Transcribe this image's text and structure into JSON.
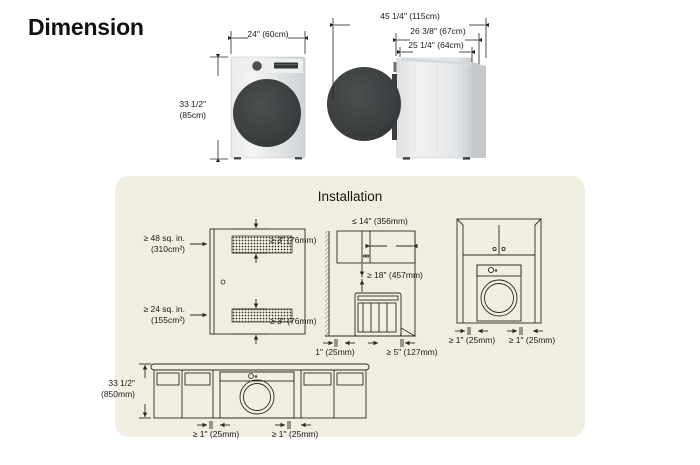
{
  "page": {
    "title": "Dimension",
    "background_color": "#ffffff"
  },
  "dimension_section": {
    "front_view": {
      "name": "washer-front-view",
      "width_label": "24\" (60cm)",
      "height_label_line1": "33 1/2\"",
      "height_label_line2": "(85cm)"
    },
    "side_view": {
      "name": "washer-side-view-door-open",
      "depth_door_open_label": "45 1/4\" (115cm)",
      "depth_with_handle_label": "26 3/8\" (67cm)",
      "depth_body_label": "25 1/4\" (64cm)"
    }
  },
  "installation_section": {
    "title": "Installation",
    "panel_color": "#f2ede1",
    "closet_front_diagram": {
      "name": "closet-vent-requirements",
      "upper_vent_line1": "≥ 48 sq. in.",
      "upper_vent_line2": "(310cm²)",
      "lower_vent_line1": "≥ 24 sq. in.",
      "lower_vent_line2": "(155cm²)",
      "top_clearance": "≥ 3\" (76mm)",
      "bottom_clearance": "≥ 3\" (76mm)"
    },
    "alcove_side_diagram": {
      "name": "alcove-side-clearances",
      "top_depth": "≤ 14\" (356mm)",
      "overhead_clearance": "≥ 18\" (457mm)",
      "left_clearance": "1\" (25mm)",
      "rear_clearance": "≥ 5\" (127mm)"
    },
    "alcove_front_diagram": {
      "name": "alcove-front-clearances",
      "left_clearance": "≥ 1\" (25mm)",
      "right_clearance": "≥ 1\" (25mm)"
    },
    "countertop_diagram": {
      "name": "countertop-undercounter-clearances",
      "height_line1": "33 1/2\"",
      "height_line2": "(850mm)",
      "left_clearance": "≥ 1\" (25mm)",
      "right_clearance": "≥ 1\" (25mm)"
    }
  }
}
